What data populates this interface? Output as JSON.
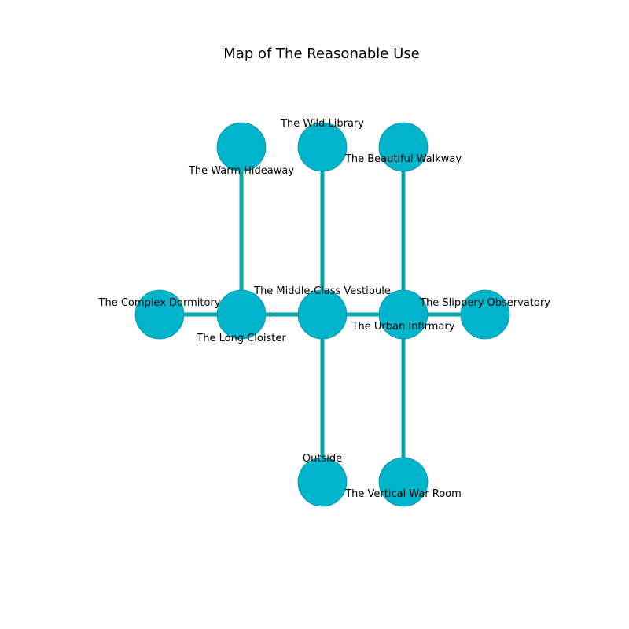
{
  "title": "Map of The Reasonable Use",
  "colors": {
    "node_fill": "#00b4cc",
    "node_stroke": "#0a8fa0",
    "edge": "#00a8a8",
    "background": "#ffffff"
  },
  "rooms": [
    {
      "id": "warm-hideaway",
      "label": "The Warm Hideaway"
    },
    {
      "id": "wild-library",
      "label": "The Wild Library"
    },
    {
      "id": "beautiful-walkway",
      "label": "The Beautiful Walkway"
    },
    {
      "id": "complex-dormitory",
      "label": "The Complex Dormitory"
    },
    {
      "id": "long-cloister",
      "label": "The Long Cloister"
    },
    {
      "id": "middle-class-vestibule",
      "label": "The Middle-Class Vestibule"
    },
    {
      "id": "urban-infirmary",
      "label": "The Urban Infirmary"
    },
    {
      "id": "slippery-observatory",
      "label": "The Slippery Observatory"
    },
    {
      "id": "outside",
      "label": "Outside"
    },
    {
      "id": "vertical-war-room",
      "label": "The Vertical War Room"
    }
  ],
  "connections": [
    [
      "warm-hideaway",
      "long-cloister"
    ],
    [
      "wild-library",
      "middle-class-vestibule"
    ],
    [
      "beautiful-walkway",
      "urban-infirmary"
    ],
    [
      "complex-dormitory",
      "long-cloister"
    ],
    [
      "long-cloister",
      "middle-class-vestibule"
    ],
    [
      "middle-class-vestibule",
      "urban-infirmary"
    ],
    [
      "urban-infirmary",
      "slippery-observatory"
    ],
    [
      "middle-class-vestibule",
      "outside"
    ],
    [
      "urban-infirmary",
      "vertical-war-room"
    ]
  ]
}
